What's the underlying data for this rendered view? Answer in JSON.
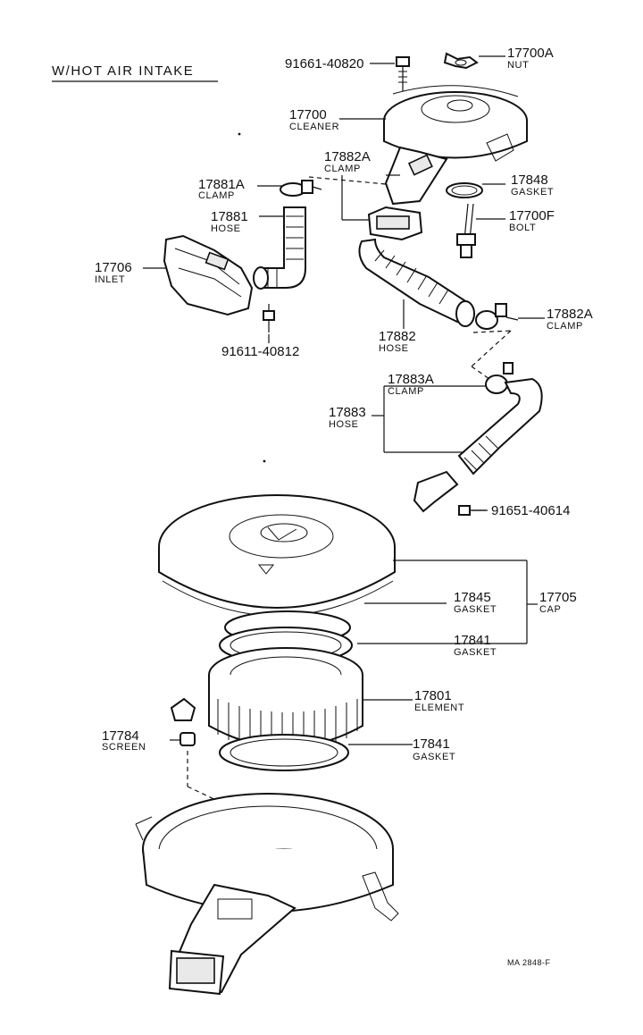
{
  "title": "W/HOT AIR INTAKE",
  "ref_code": "MA 2848-F",
  "labels": {
    "p91661": {
      "num": "91661-40820"
    },
    "p17700A": {
      "num": "17700A",
      "name": "NUT"
    },
    "p17700": {
      "num": "17700",
      "name": "CLEANER"
    },
    "p17882A_top": {
      "num": "17882A",
      "name": "CLAMP"
    },
    "p17881A": {
      "num": "17881A",
      "name": "CLAMP"
    },
    "p17848": {
      "num": "17848",
      "name": "GASKET"
    },
    "p17881": {
      "num": "17881",
      "name": "HOSE"
    },
    "p17700F": {
      "num": "17700F",
      "name": "BOLT"
    },
    "p17706": {
      "num": "17706",
      "name": "INLET"
    },
    "p17882A_right": {
      "num": "17882A",
      "name": "CLAMP"
    },
    "p17882": {
      "num": "17882",
      "name": "HOSE"
    },
    "p91611": {
      "num": "91611-40812"
    },
    "p17883A": {
      "num": "17883A",
      "name": "CLAMP"
    },
    "p17883": {
      "num": "17883",
      "name": "HOSE"
    },
    "p91651": {
      "num": "91651-40614"
    },
    "p17845": {
      "num": "17845",
      "name": "GASKET"
    },
    "p17705": {
      "num": "17705",
      "name": "CAP"
    },
    "p17841_a": {
      "num": "17841",
      "name": "GASKET"
    },
    "p17801": {
      "num": "17801",
      "name": "ELEMENT"
    },
    "p17784": {
      "num": "17784",
      "name": "SCREEN"
    },
    "p17841_b": {
      "num": "17841",
      "name": "GASKET"
    }
  }
}
